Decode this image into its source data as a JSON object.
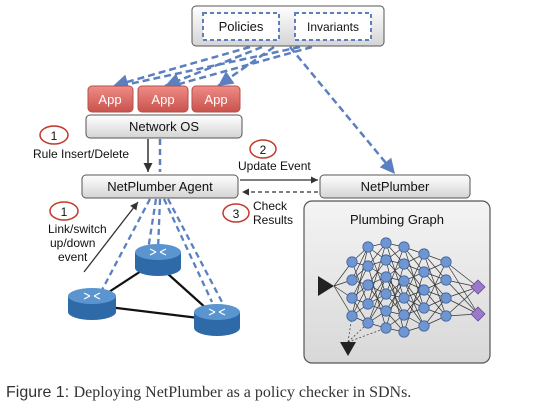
{
  "top_box": {
    "policies": "Policies",
    "invariants": "Invariants"
  },
  "apps": [
    "App",
    "App",
    "App"
  ],
  "network_os": "Network OS",
  "agent": "NetPlumber Agent",
  "netplumber": "NetPlumber",
  "plumbing_graph": "Plumbing Graph",
  "steps": {
    "rule": {
      "num": "1",
      "text": "Rule Insert/Delete"
    },
    "link": {
      "num": "1",
      "lines": [
        "Link/switch",
        "up/down",
        "event"
      ]
    },
    "update": {
      "num": "2",
      "text": "Update Event"
    },
    "check": {
      "num": "3",
      "lines": [
        "Check",
        "Results"
      ]
    }
  },
  "caption": {
    "lead": "Figure 1:",
    "rest": "Deploying NetPlumber as a policy checker in SDNs."
  },
  "colors": {
    "dashed_link": "#5b7fbf",
    "app_fill": "#e06a66",
    "node_fill": "#6f96d0",
    "router_fill": "#3a78b8",
    "step_circle": "#c0392b"
  }
}
